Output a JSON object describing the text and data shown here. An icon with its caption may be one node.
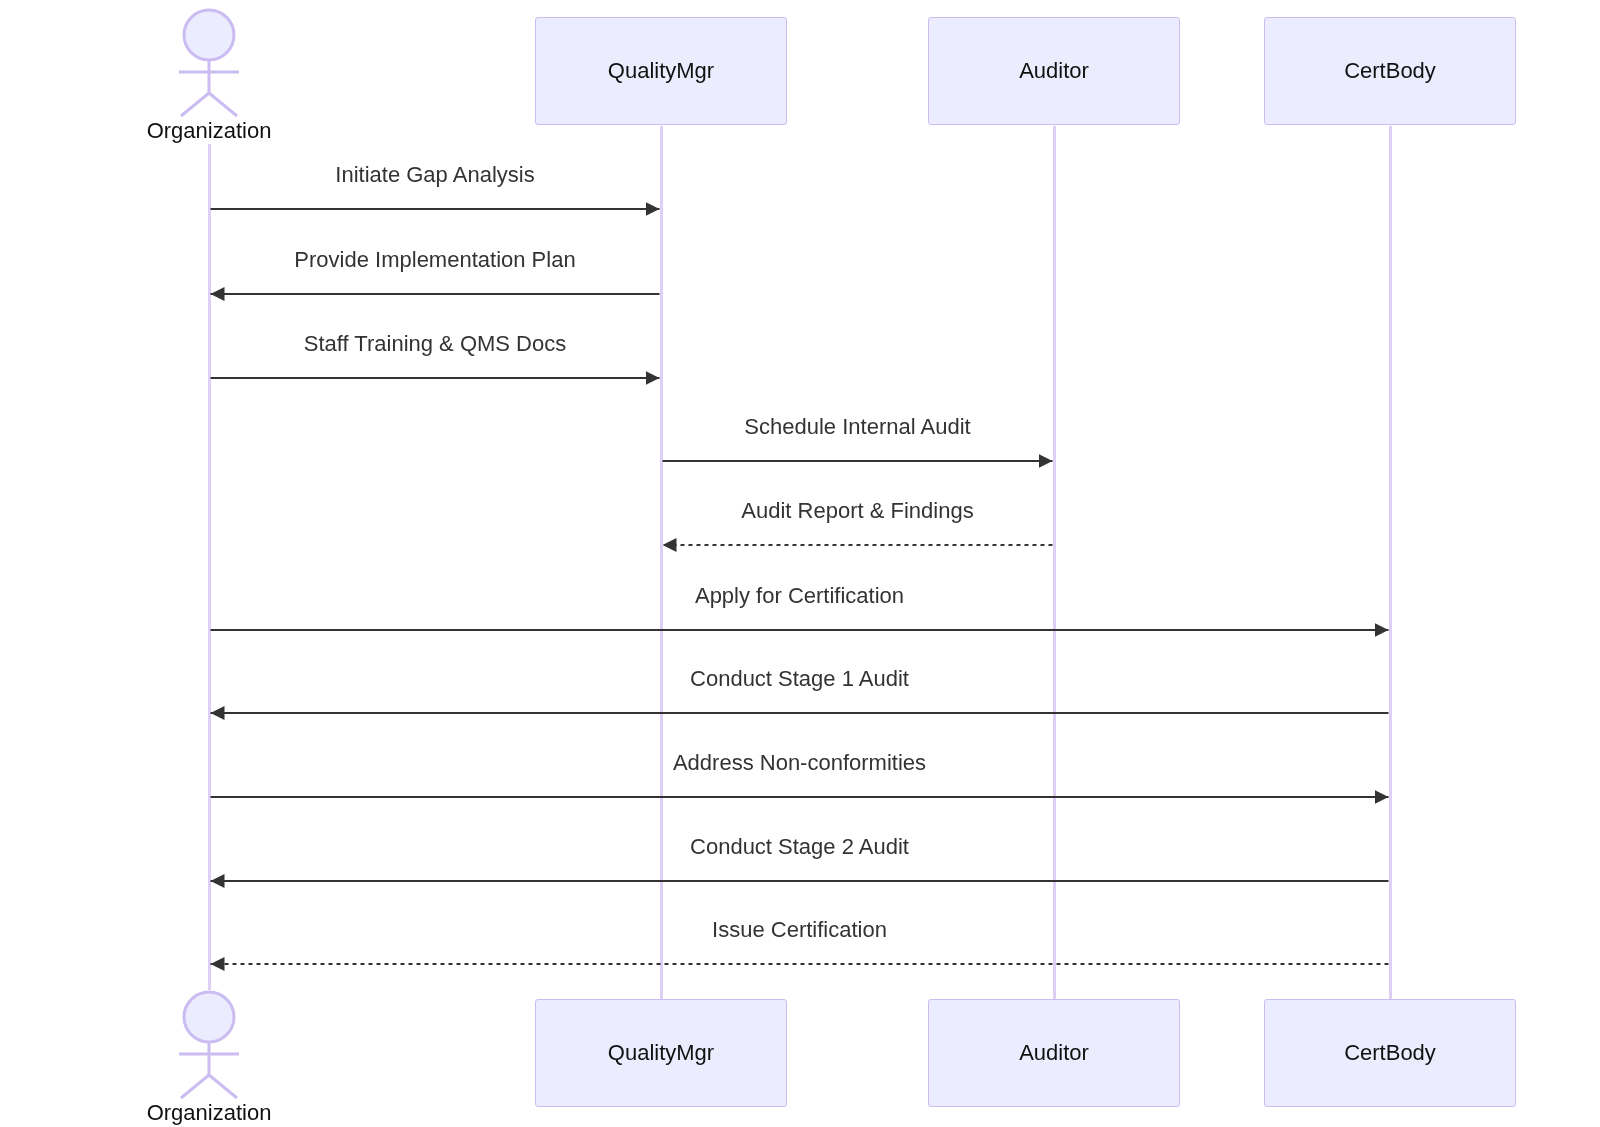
{
  "diagram": {
    "nodes": [
      {
        "text": [
          "Organization"
        ]
      },
      {
        "text": [
          "QualityMgr"
        ]
      },
      {
        "text": [
          "Auditor"
        ]
      },
      {
        "text": [
          "CertBody"
        ]
      },
      {
        "text": [],
        "shape": "bar"
      },
      {
        "text": [],
        "shape": "bar"
      },
      {
        "text": [],
        "shape": "bar"
      },
      {
        "text": [],
        "shape": "bar"
      },
      {
        "text": [
          "Organization"
        ]
      },
      {
        "text": [
          "QualityMgr"
        ]
      },
      {
        "text": [
          "Auditor"
        ]
      },
      {
        "text": [
          "CertBody"
        ]
      }
    ],
    "edges": [
      {
        "from": 4,
        "to": 5,
        "arrow": "to",
        "label": "Initiate Gap Analysis"
      },
      {
        "from": 5,
        "to": 4,
        "arrow": "to",
        "label": "Provide Implementation Plan"
      },
      {
        "from": 4,
        "to": 5,
        "arrow": "to",
        "label": "Staff Training & QMS Docs"
      },
      {
        "from": 5,
        "to": 6,
        "arrow": "to",
        "label": "Schedule Internal Audit"
      },
      {
        "from": 6,
        "to": 5,
        "arrow": "to",
        "label": "Audit Report & Findings",
        "style": "dashed"
      },
      {
        "from": 4,
        "to": 7,
        "arrow": "to",
        "label": "Apply for Certification"
      },
      {
        "from": 7,
        "to": 4,
        "arrow": "to",
        "label": "Conduct Stage 1 Audit"
      },
      {
        "from": 4,
        "to": 7,
        "arrow": "to",
        "label": "Address Non-conformities"
      },
      {
        "from": 7,
        "to": 4,
        "arrow": "to",
        "label": "Conduct Stage 2 Audit"
      },
      {
        "from": 7,
        "to": 4,
        "arrow": "to",
        "label": "Issue Certification",
        "style": "dashed"
      }
    ]
  }
}
